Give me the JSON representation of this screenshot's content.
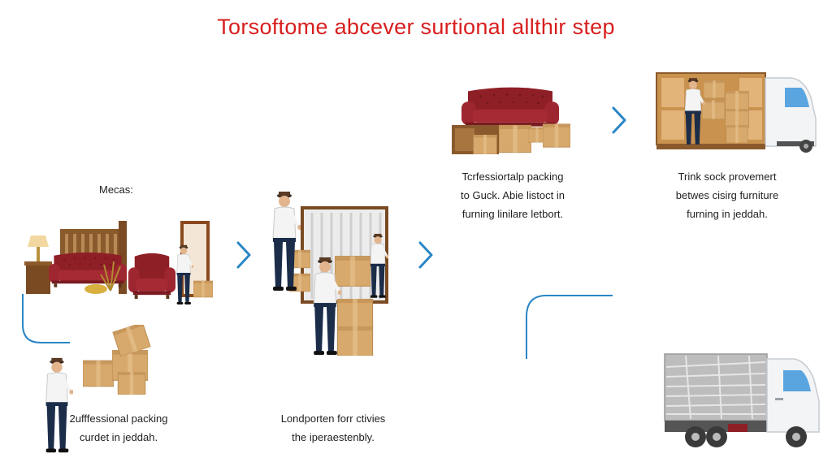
{
  "title": "Torsoftome abcever surtional allthir step",
  "label_left": "Mecas:",
  "captions": {
    "step1": [
      "2ufffessional packing",
      "curdet in jeddah."
    ],
    "step2": [
      "Londporten forr ctivies",
      "the iperaestenbly."
    ],
    "step3": [
      "Tcrfessiortalp packing",
      "to Guck. Abie  listoct in",
      "furning linilare letbort."
    ],
    "step4": [
      "Trink sock provemert",
      "betwes cisirg furniture",
      "furning in jeddah."
    ]
  },
  "colors": {
    "title": "#d81e1e",
    "arrow": "#2a86c6",
    "sofa": "#8e1f26",
    "box": "#d8a96c",
    "uniform": "#1c2d4a"
  },
  "icons": [
    "chevron-right-icon",
    "sofa-icon",
    "box-icon",
    "worker-icon",
    "truck-icon"
  ]
}
